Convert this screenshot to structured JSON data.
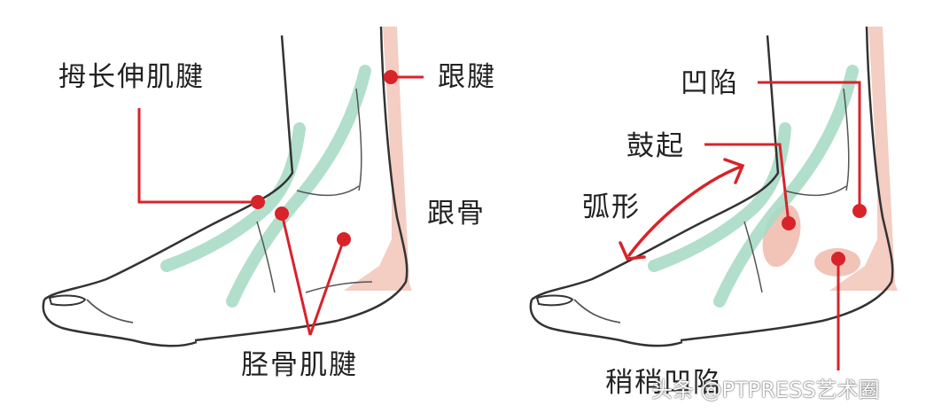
{
  "left_panel": {
    "labels": {
      "extensor_hallucis": "拇长伸肌腱",
      "achilles": "跟腱",
      "calcaneus": "跟骨",
      "tibialis": "胫骨肌腱"
    }
  },
  "right_panel": {
    "labels": {
      "hollow": "凹陷",
      "bulge": "鼓起",
      "arc": "弧形",
      "slight_depression": "稍稍凹陷"
    }
  },
  "watermark": "头条 @PTPRESS艺术圈",
  "colors": {
    "callout": "#d8232a",
    "tendon_highlight": "#a9dcc6",
    "achilles_fill": "#f2c4b8",
    "outline": "#333333"
  }
}
